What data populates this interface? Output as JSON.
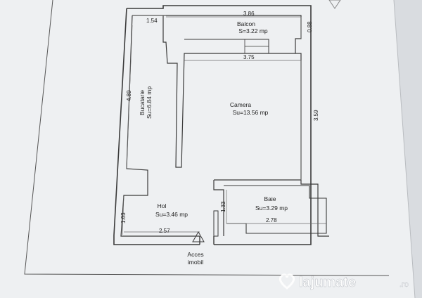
{
  "colors": {
    "paper": "#eef0f2",
    "background_right": "#d7dade",
    "wall": "#3a3a3a",
    "dim_line": "#6b6b6b",
    "text": "#222222",
    "watermark": "#ffffff"
  },
  "rooms": {
    "balcon": {
      "name": "Balcon",
      "area": "S=3.22 mp"
    },
    "bucatarie": {
      "name": "Bucatarie",
      "area": "Su=6.84 mp"
    },
    "camera": {
      "name": "Camera",
      "area": "Su=13.56 mp"
    },
    "hol": {
      "name": "Hol",
      "area": "Su=3.46 mp"
    },
    "baie": {
      "name": "Baie",
      "area": "Su=3.29 mp"
    }
  },
  "dimensions": {
    "top_left": "1.54",
    "balcon_width": "3.86",
    "balcon_depth": "0.88",
    "camera_width": "3.75",
    "camera_height": "3.59",
    "bucatarie_height": "4.89",
    "hol_height": "1.03",
    "hol_width": "2.57",
    "baie_height": "1.33",
    "baie_width": "2.78"
  },
  "entrance": {
    "line1": "Acces",
    "line2": "imobil"
  },
  "watermark": {
    "brand": "lajumate",
    "suffix": ".ro",
    "icon": "heart-hands-logo-icon"
  }
}
